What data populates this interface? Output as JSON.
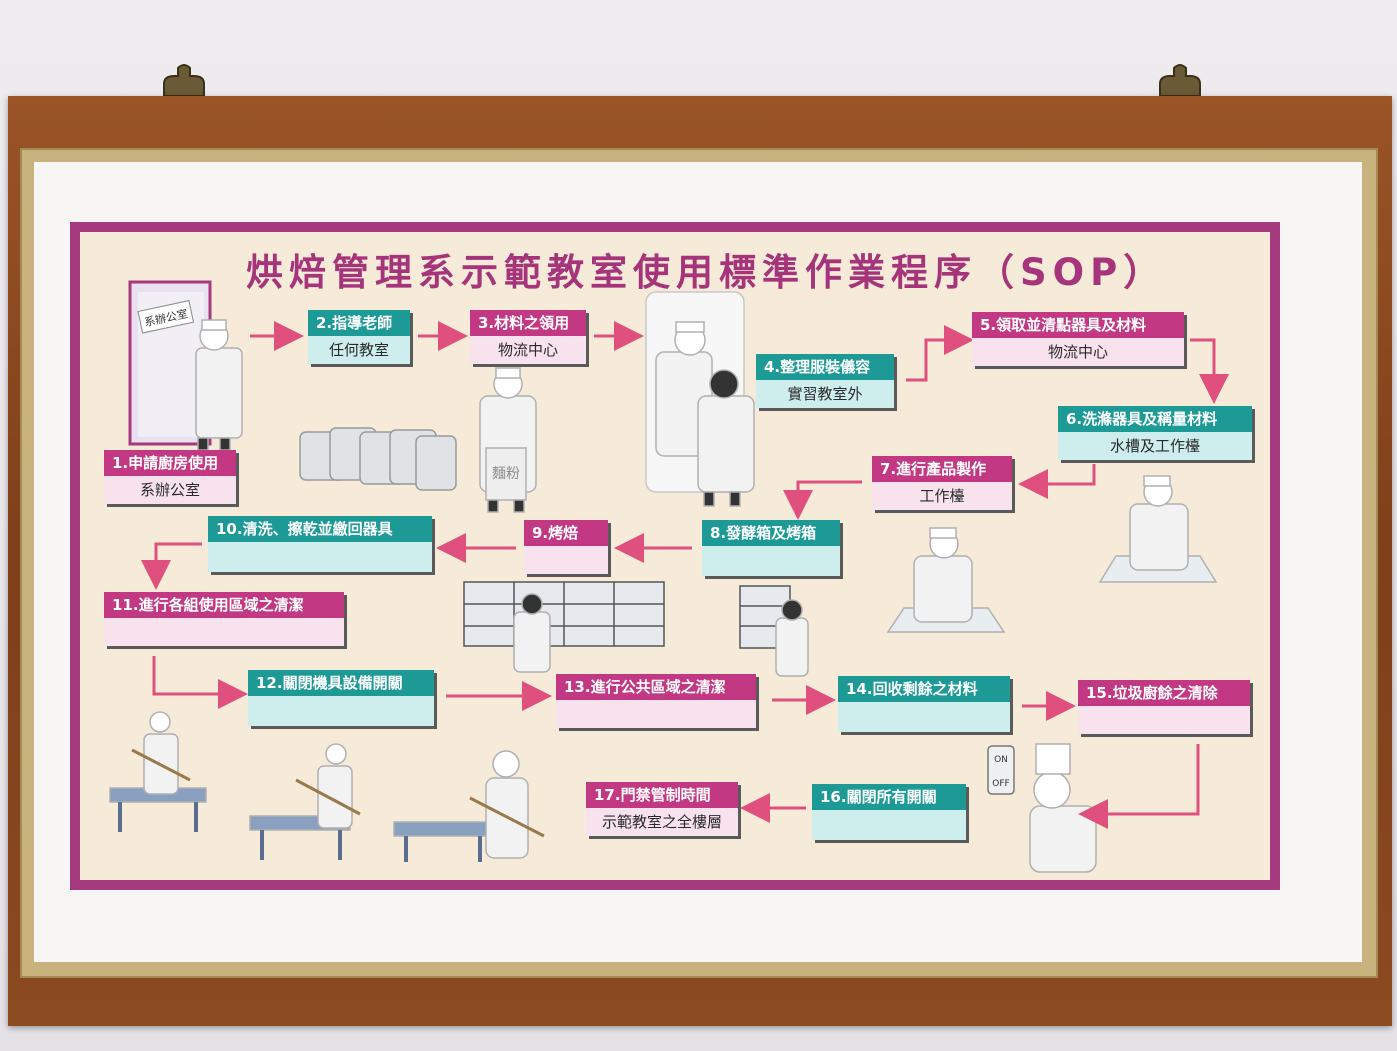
{
  "poster": {
    "title": "烘焙管理系示範教室使用標準作業程序（SOP）",
    "door_sign": "系辦公室",
    "apron_text": "麵粉"
  },
  "steps": [
    {
      "label": "1.申請廚房使用",
      "place": "系辦公室"
    },
    {
      "label": "2.指導老師",
      "place": "任何教室"
    },
    {
      "label": "3.材料之領用",
      "place": "物流中心"
    },
    {
      "label": "4.整理服裝儀容",
      "place": "實習教室外"
    },
    {
      "label": "5.領取並清點器具及材料",
      "place": "物流中心"
    },
    {
      "label": "6.洗滌器具及稱量材料",
      "place": "水槽及工作檯"
    },
    {
      "label": "7.進行產品製作",
      "place": "工作檯"
    },
    {
      "label": "8.發酵箱及烤箱",
      "place": ""
    },
    {
      "label": "9.烤焙",
      "place": ""
    },
    {
      "label": "10.清洗、擦乾並繳回器具",
      "place": ""
    },
    {
      "label": "11.進行各組使用區域之清潔",
      "place": ""
    },
    {
      "label": "12.關閉機具設備開關",
      "place": ""
    },
    {
      "label": "13.進行公共區域之清潔",
      "place": ""
    },
    {
      "label": "14.回收剩餘之材料",
      "place": ""
    },
    {
      "label": "15.垃圾廚餘之清除",
      "place": ""
    },
    {
      "label": "16.關閉所有開關",
      "place": ""
    },
    {
      "label": "17.門禁管制時間",
      "place": "示範教室之全樓層"
    }
  ],
  "switch": {
    "on": "ON",
    "off": "OFF"
  },
  "colors": {
    "frame": "#8a461f",
    "border": "#a53a7e",
    "teal": "#1d9a96",
    "pink": "#c23882",
    "arrow": "#e0507e"
  }
}
